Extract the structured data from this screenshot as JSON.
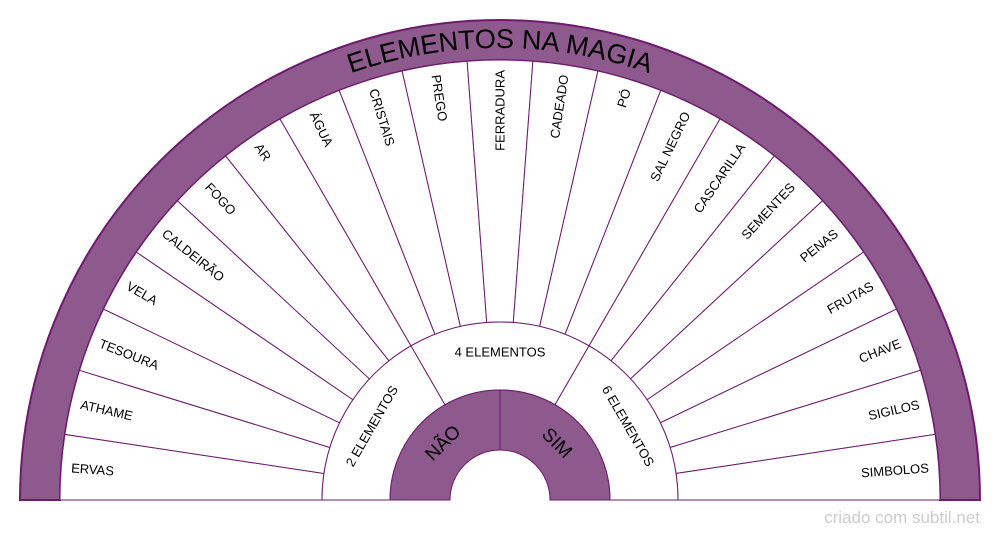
{
  "title": "ELEMENTOS NA MAGIA",
  "credit": "criado com subtil.net",
  "colors": {
    "ring": "#8e5a8d",
    "stroke": "#6e1a6e",
    "fill": "#ffffff",
    "text": "#000000",
    "credit": "#cccccc"
  },
  "center": {
    "labels": [
      "NÃO",
      "SIM"
    ]
  },
  "middle": {
    "labels": [
      "2 ELEMENTOS",
      "4 ELEMENTOS",
      "6 ELEMENTOS"
    ]
  },
  "outer": {
    "labels": [
      "ERVAS",
      "ATHAME",
      "TESOURA",
      "VELA",
      "CALDEIRÃO",
      "FOGO",
      "AR",
      "ÁGUA",
      "CRISTAIS",
      "PREGO",
      "FERRADURA",
      "CADEADO",
      "PÓ",
      "SAL NEGRO",
      "CASCARILLA",
      "SEMENTES",
      "PENAS",
      "FRUTAS",
      "CHAVE",
      "SIGILOS",
      "SIMBOLOS"
    ]
  }
}
